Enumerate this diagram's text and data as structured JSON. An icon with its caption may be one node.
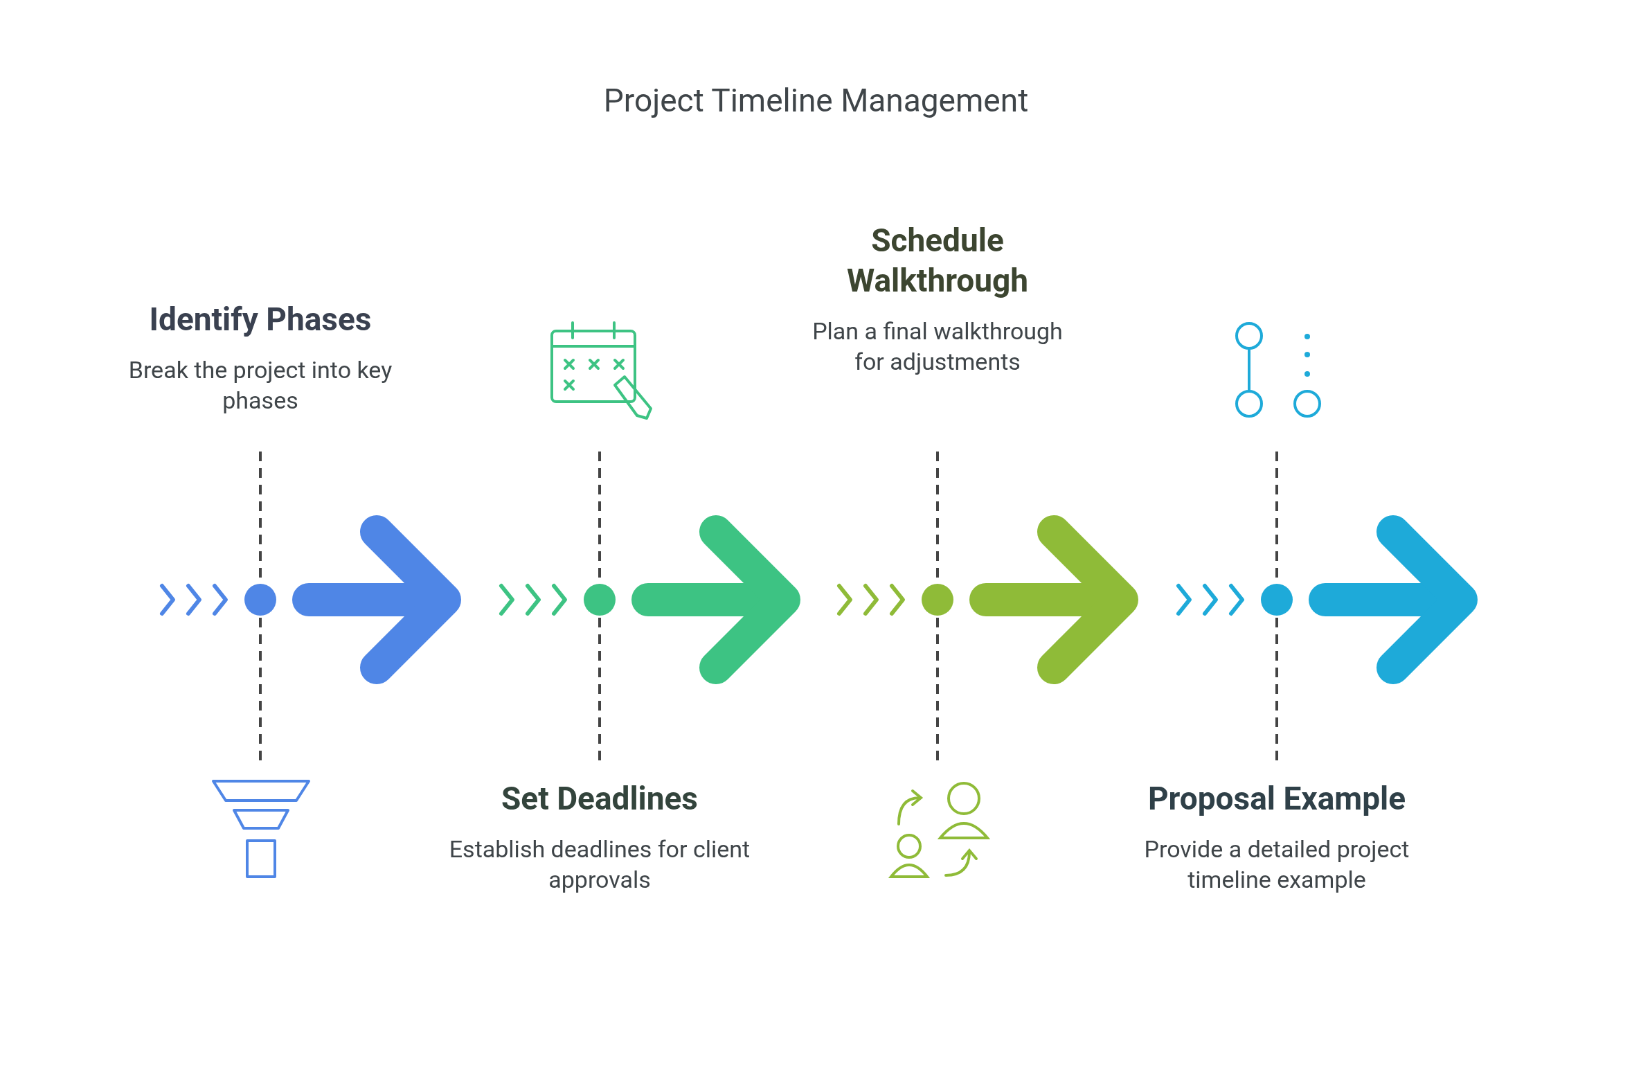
{
  "diagram": {
    "title": "Project Timeline Management",
    "nodes": [
      {
        "text": [
          "Identify Phases",
          "Break the project into key phases"
        ]
      },
      {
        "text": [
          "Set Deadlines",
          "Establish deadlines for client approvals"
        ]
      },
      {
        "text": [
          "Schedule Walkthrough",
          "Plan a final walkthrough for adjustments"
        ]
      },
      {
        "text": [
          "Proposal Example",
          "Provide a detailed project timeline example"
        ]
      }
    ]
  }
}
